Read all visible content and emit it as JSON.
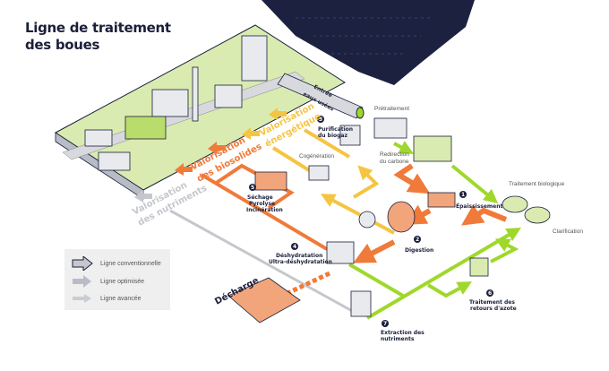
{
  "title": {
    "line1": "Ligne de traitement",
    "line2": "des boues"
  },
  "colors": {
    "conventional": "#f07a3a",
    "optimized": "#f5c542",
    "advanced": "#9fd82b",
    "nutrients": "#c5c7cc",
    "river": "#1d2140",
    "platform": "#d9ebb0",
    "navy": "#1b1f3b"
  },
  "labels": {
    "entree_line1": "Entrée",
    "entree_line2": "eaux usées",
    "pretraitement": "Prétraitement",
    "redirection_line1": "Redirection",
    "redirection_line2": "du carbone",
    "traitement_bio": "Traitement biologique",
    "clarification": "Clarification",
    "cogeneration": "Cogénération"
  },
  "steps": [
    {
      "num": "1",
      "lines": [
        "Épaississement"
      ]
    },
    {
      "num": "2",
      "lines": [
        "Digestion"
      ]
    },
    {
      "num": "3",
      "lines": [
        "Purification",
        "du biogaz"
      ]
    },
    {
      "num": "4",
      "lines": [
        "Déshydratation",
        "Ultra-déshydratation"
      ]
    },
    {
      "num": "5",
      "lines": [
        "Séchage",
        "Pyrolyse",
        "Incinération"
      ]
    },
    {
      "num": "6",
      "lines": [
        "Traitement des",
        "retours d'azote"
      ]
    },
    {
      "num": "7",
      "lines": [
        "Extraction des",
        "nutriments"
      ]
    }
  ],
  "valorisation": {
    "energetique": [
      "Valorisation",
      "énergétique"
    ],
    "biosolides": [
      "Valorisation",
      "des biosolides"
    ],
    "nutriments": [
      "Valorisation",
      "des nutriments"
    ]
  },
  "decharge": "Décharge",
  "legend": [
    {
      "label": "Ligne conventionnelle",
      "icon": "arrow-outline-icon"
    },
    {
      "label": "Ligne optimisée",
      "icon": "arrow-gray-icon"
    },
    {
      "label": "Ligne avancée",
      "icon": "arrow-light-icon"
    }
  ]
}
